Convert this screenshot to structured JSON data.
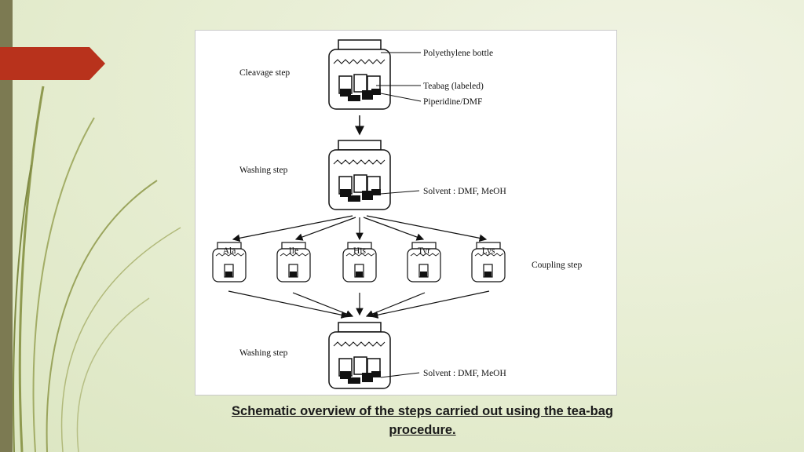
{
  "diagram": {
    "labels": {
      "bottle": "Polyethylene bottle",
      "cleavage": "Cleavage step",
      "teabag": "Teabag (labeled)",
      "piperidine": "Piperidine/DMF",
      "washing1": "Washing step",
      "solvent1": "Solvent : DMF, MeOH",
      "coupling": "Coupling step",
      "washing2": "Washing step",
      "solvent2": "Solvent : DMF, MeOH"
    },
    "amino_acids": [
      "Ala",
      "Ile",
      "His",
      "Tyr",
      "Lys"
    ]
  },
  "caption": {
    "line1": "Schematic overview of the steps carried out using the tea-bag",
    "line2": "procedure."
  },
  "theme": {
    "accent": "#b8321c",
    "bar": "#7c7a52",
    "grass": "#8f9a50"
  }
}
